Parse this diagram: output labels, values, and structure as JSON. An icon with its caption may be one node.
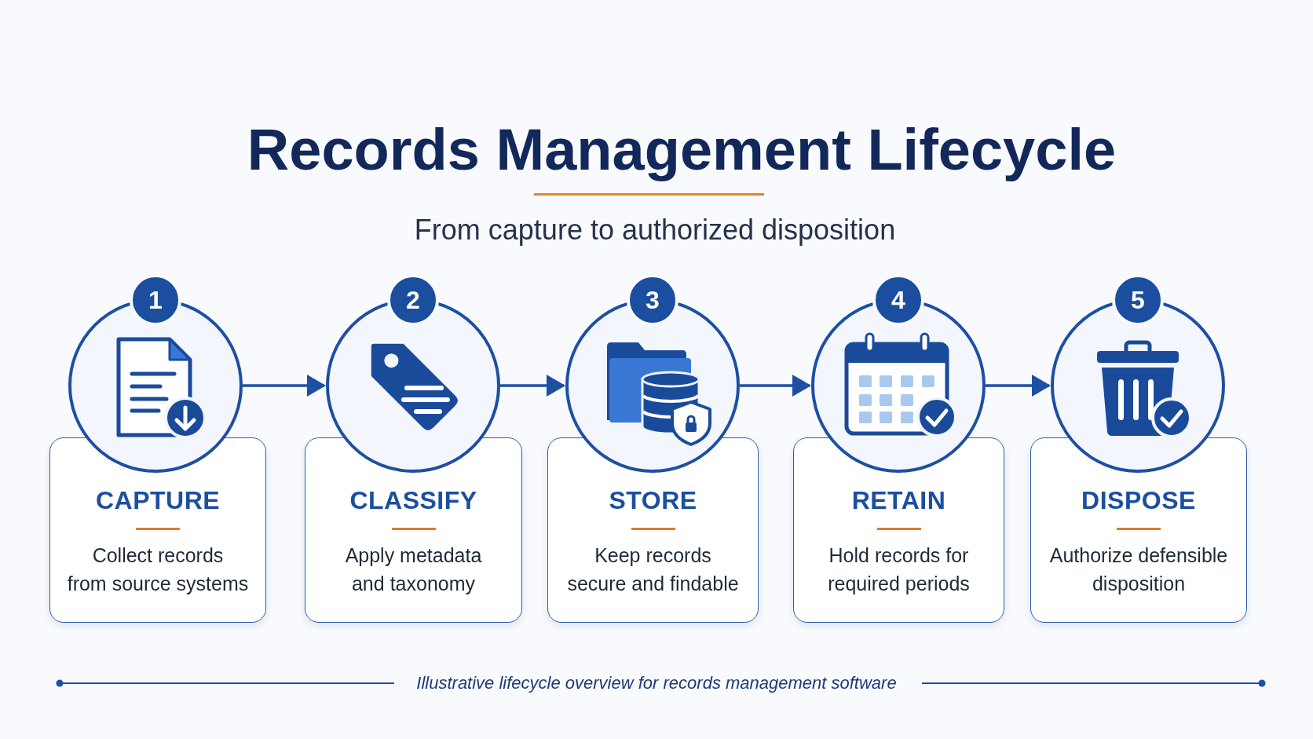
{
  "diagram": {
    "title": "Records Management Lifecycle",
    "caption": "Illustrative lifecycle overview for records management software",
    "nodes": [
      {
        "text": [
          "1"
        ]
      },
      {
        "text": [
          "2"
        ]
      },
      {
        "text": [
          "3"
        ]
      },
      {
        "text": [
          "4"
        ]
      },
      {
        "text": [
          "5"
        ]
      },
      {
        "text": [
          "CAPTURE",
          "Collect records from source systems"
        ]
      },
      {
        "text": [
          "CLASSIFY",
          "Apply metadata and taxonomy"
        ]
      },
      {
        "text": [
          "STORE",
          "Keep records secure and findable"
        ]
      },
      {
        "text": [
          "RETAIN",
          "Hold records for required periods"
        ]
      },
      {
        "text": [
          "DISPOSE",
          "Authorize defensible disposition"
        ]
      }
    ],
    "edges": [
      {
        "from": 0,
        "to": 1,
        "arrow": "to"
      },
      {
        "from": 1,
        "to": 2,
        "arrow": "to"
      },
      {
        "from": 2,
        "to": 3,
        "arrow": "to"
      },
      {
        "from": 3,
        "to": 4,
        "arrow": "to"
      }
    ],
    "labels": [
      "From capture to authorized disposition"
    ]
  }
}
